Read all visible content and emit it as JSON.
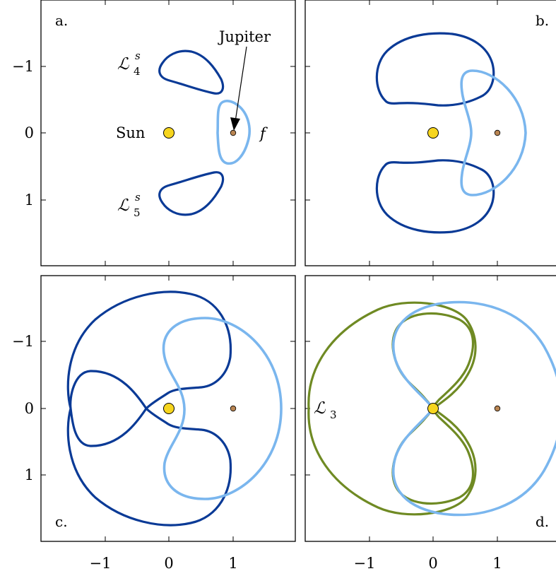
{
  "figure": {
    "colors": {
      "dark_blue": "#0a3a96",
      "light_blue": "#7ab6ee",
      "olive_green": "#6f8a23",
      "sun_fill": "#f6d51e",
      "jupiter_fill": "#b98552"
    },
    "axis_ticks": {
      "x": [
        "−1",
        "0",
        "1"
      ],
      "y": [
        "−1",
        "0",
        "1"
      ]
    },
    "panels": [
      {
        "label": "a.",
        "annotations": {
          "jupiter": "Jupiter",
          "sun": "Sun",
          "f": "f",
          "l4_main": "ℒ",
          "l4_sup": "s",
          "l4_sub": "4",
          "l5_main": "ℒ",
          "l5_sup": "s",
          "l5_sub": "5"
        }
      },
      {
        "label": "b."
      },
      {
        "label": "c."
      },
      {
        "label": "d.",
        "annotations": {
          "l3_main": "ℒ",
          "l3_sub": "3"
        }
      }
    ]
  }
}
